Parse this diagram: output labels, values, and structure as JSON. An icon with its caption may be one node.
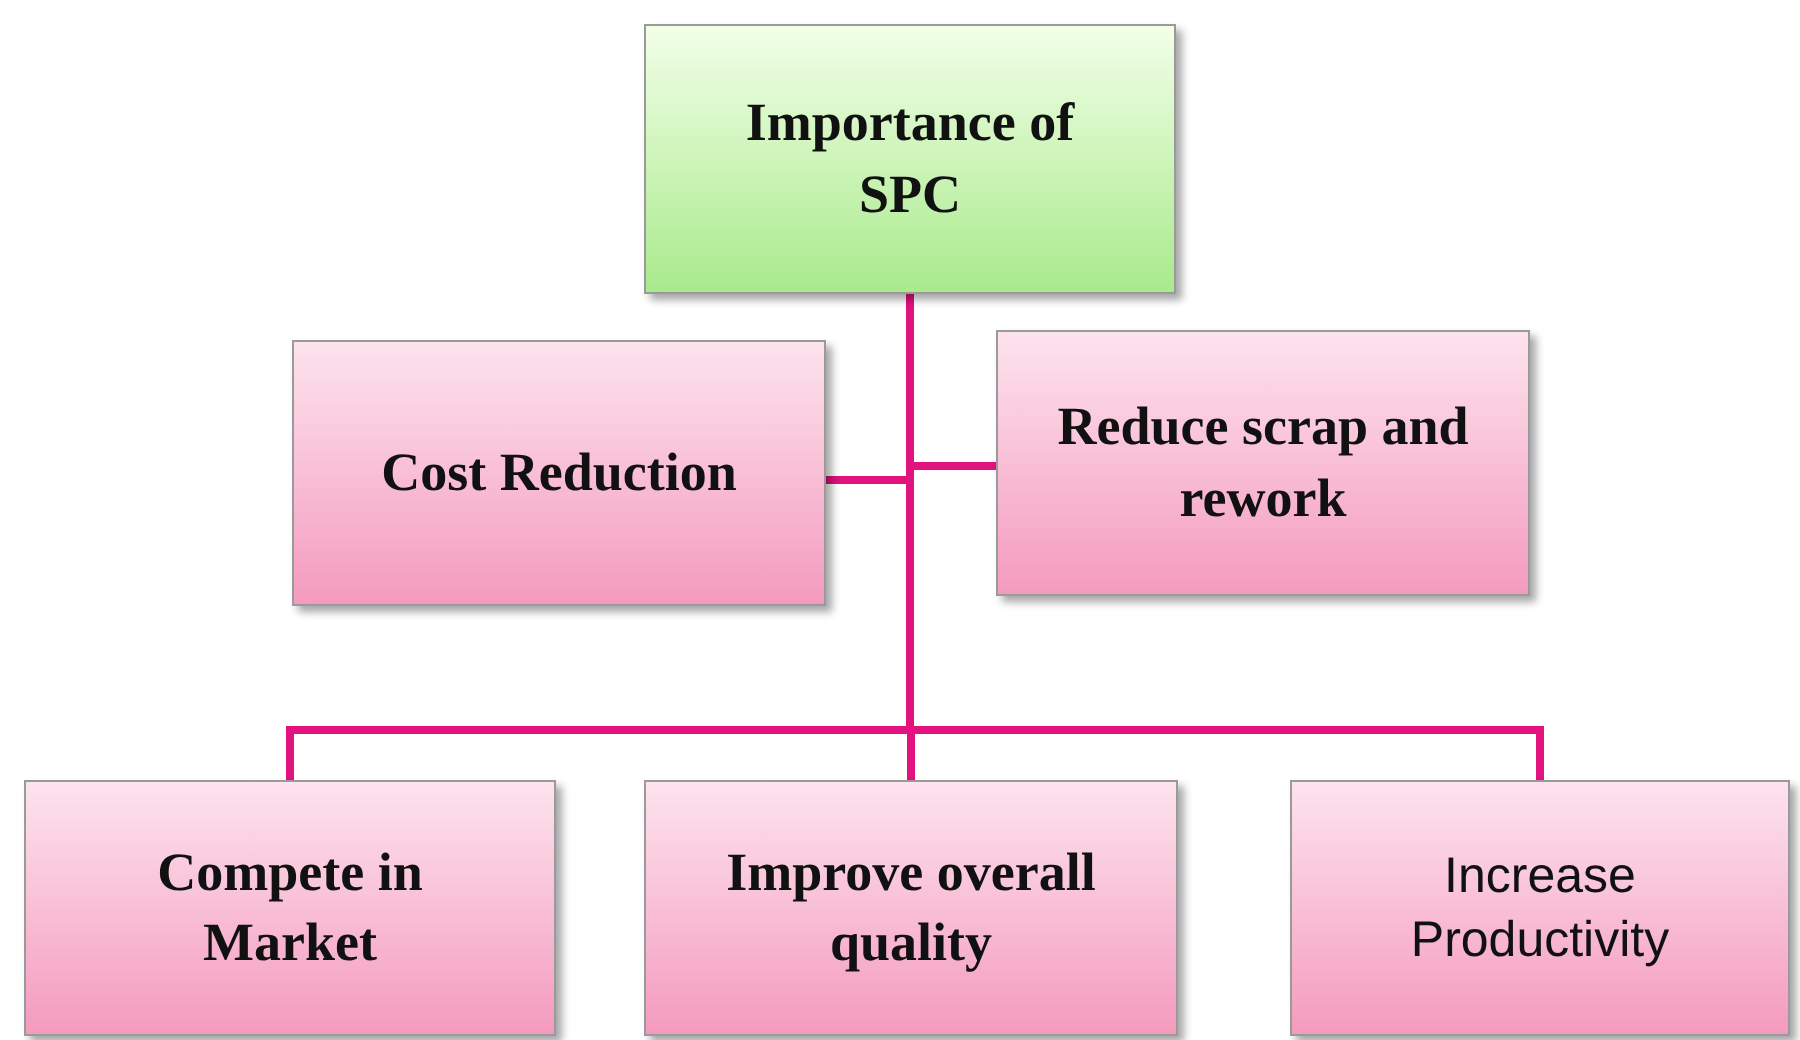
{
  "diagram": {
    "nodes": [
      {
        "text": [
          "Importance of SPC"
        ]
      },
      {
        "text": [
          "Cost Reduction"
        ]
      },
      {
        "text": [
          "Reduce scrap and rework"
        ]
      },
      {
        "text": [
          "Compete in Market"
        ]
      },
      {
        "text": [
          "Improve overall quality"
        ]
      },
      {
        "text": [
          "Increase Productivity"
        ]
      }
    ],
    "edges": [
      {
        "from": 0,
        "to": 1,
        "arrow": "none"
      },
      {
        "from": 0,
        "to": 2,
        "arrow": "none"
      },
      {
        "from": 0,
        "to": 3,
        "arrow": "none"
      },
      {
        "from": 0,
        "to": 4,
        "arrow": "none"
      },
      {
        "from": 0,
        "to": 5,
        "arrow": "none"
      }
    ]
  }
}
